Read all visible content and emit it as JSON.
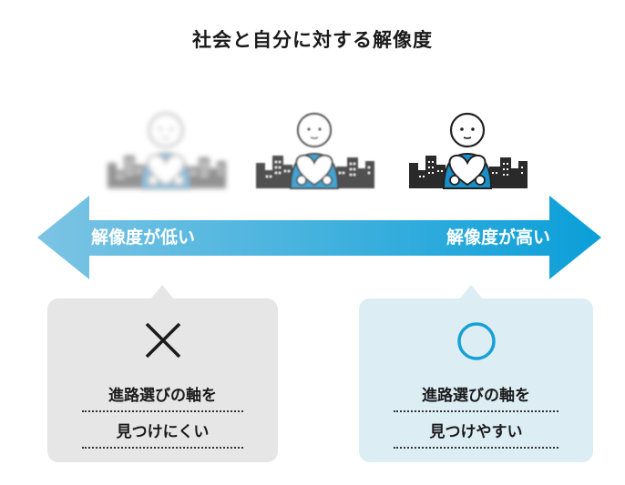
{
  "title": "社会と自分に対する解像度",
  "arrow": {
    "left_label": "解像度が低い",
    "right_label": "解像度が高い",
    "color_left": "#7cc4e4",
    "color_right": "#0a9fd8"
  },
  "cards": {
    "low": {
      "mark": "×",
      "line1": "進路選びの軸を",
      "line2": "見つけにくい",
      "color": "#e6e6e6"
    },
    "high": {
      "mark": "○",
      "line1": "進路選びの軸を",
      "line2": "見つけやすい",
      "color": "#dcedf4",
      "mark_color": "#16a0d6"
    }
  }
}
